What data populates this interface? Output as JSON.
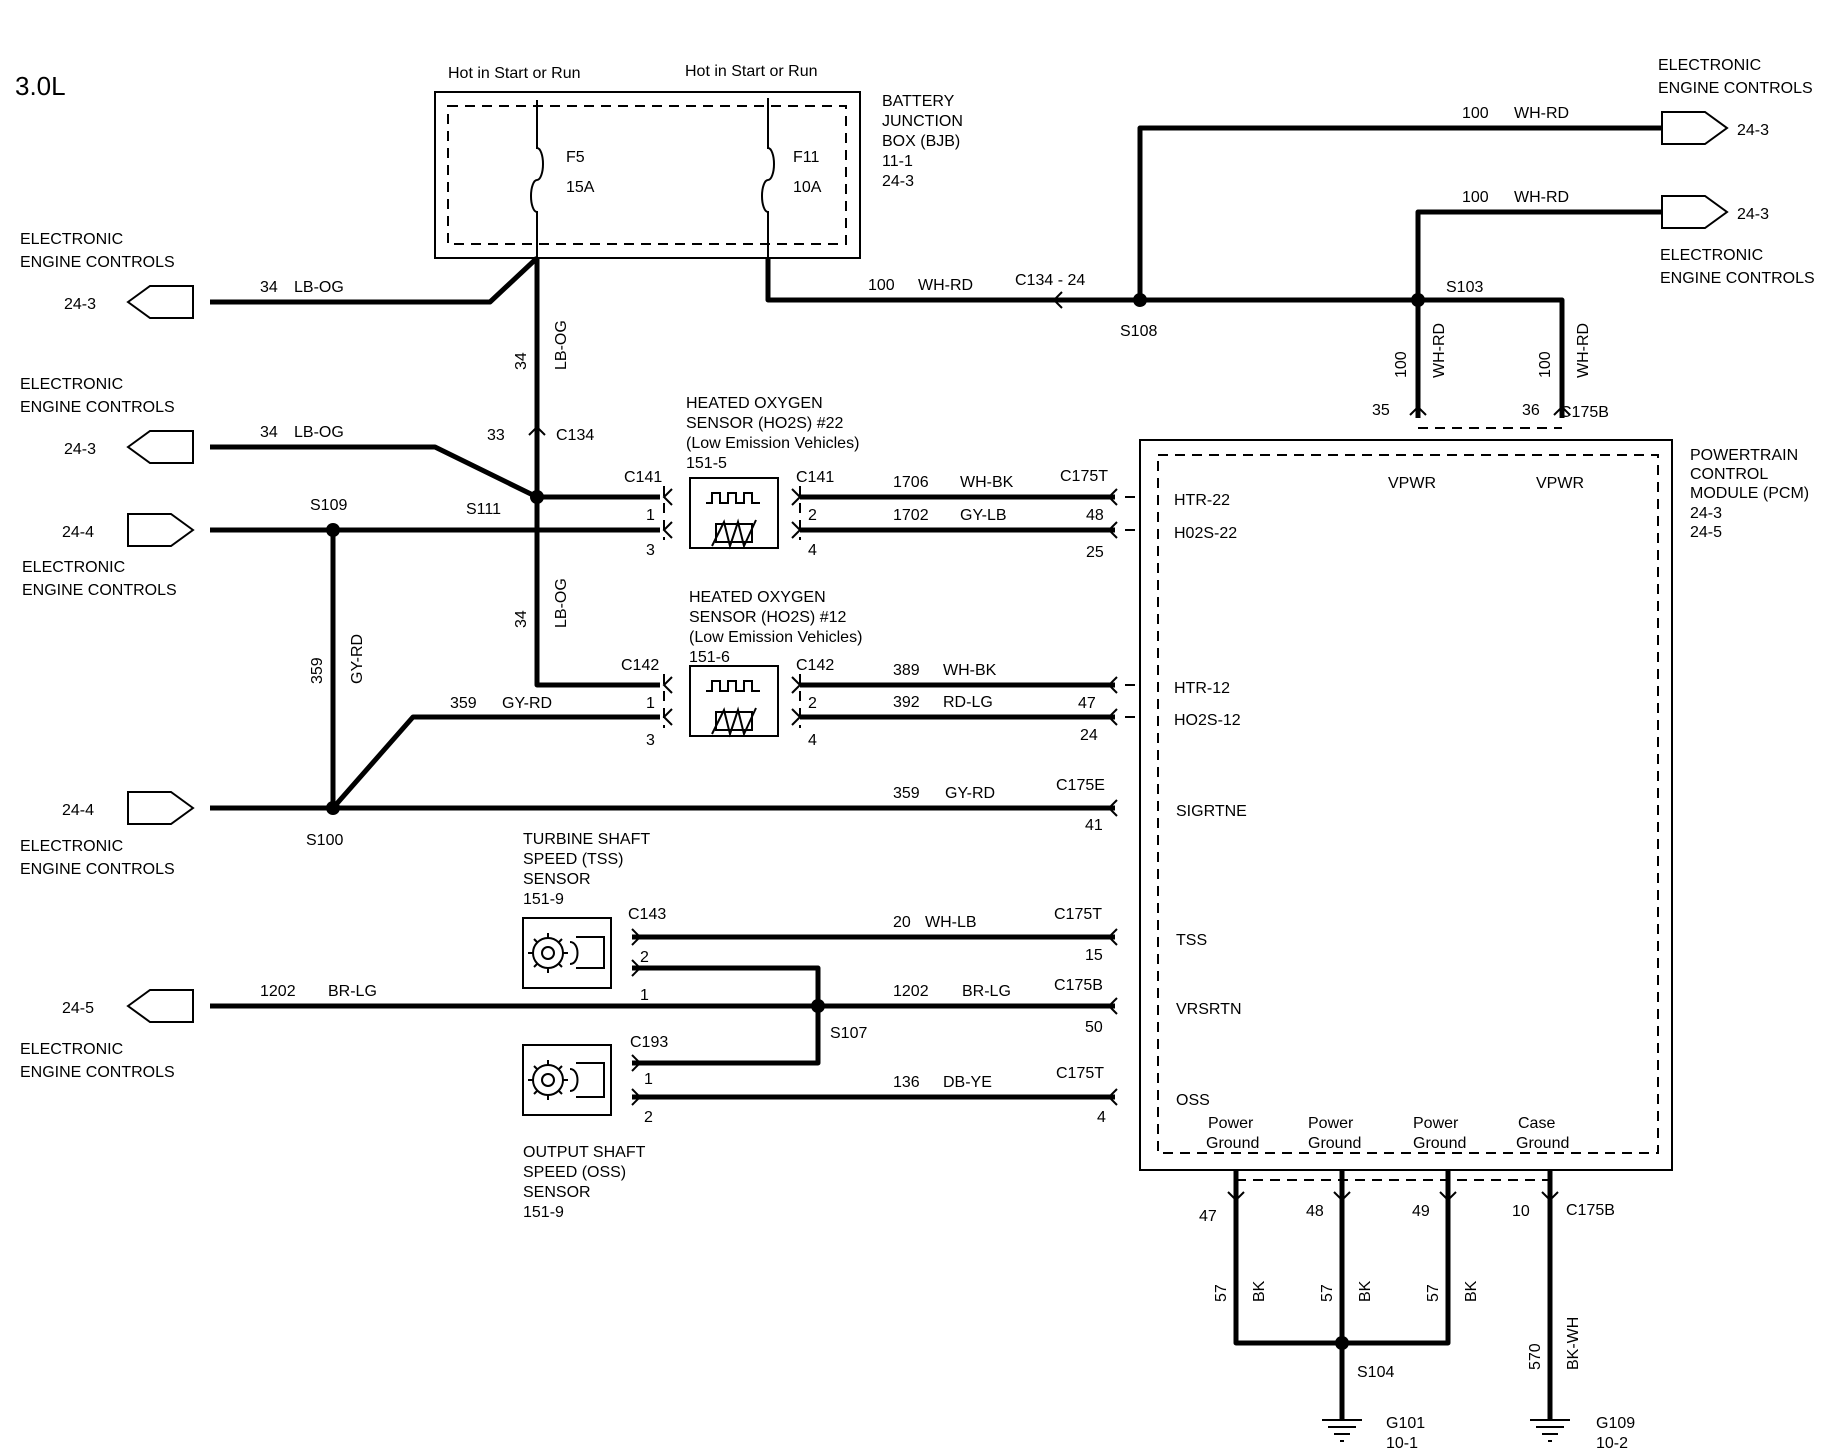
{
  "title": "3.0L",
  "colors": {
    "wire": "#000000",
    "background": "#ffffff"
  },
  "bjb": {
    "label1": "BATTERY",
    "label2": "JUNCTION",
    "label3": "BOX (BJB)",
    "ref1": "11-1",
    "ref2": "24-3",
    "hot1": "Hot in Start or Run",
    "hot2": "Hot in Start or Run",
    "fuse1_name": "F5",
    "fuse1_rating": "15A",
    "fuse2_name": "F11",
    "fuse2_rating": "10A"
  },
  "eec": {
    "line1": "ELECTRONIC",
    "line2": "ENGINE CONTROLS"
  },
  "refs": {
    "r243": "24-3",
    "r244": "24-4",
    "r245": "24-5"
  },
  "wires": {
    "w34": "34",
    "lbog": "LB-OG",
    "w33": "33",
    "w100": "100",
    "whrd": "WH-RD",
    "w1706": "1706",
    "whbk": "WH-BK",
    "w1702": "1702",
    "gylb": "GY-LB",
    "w389": "389",
    "w392": "392",
    "rdlg": "RD-LG",
    "w359": "359",
    "gyrd": "GY-RD",
    "w20": "20",
    "whlb": "WH-LB",
    "w1202": "1202",
    "brlg": "BR-LG",
    "w136": "136",
    "dbye": "DB-YE",
    "w57": "57",
    "bk": "BK",
    "w570": "570",
    "bkwh": "BK-WH"
  },
  "splices": {
    "s100": "S100",
    "s103": "S103",
    "s104": "S104",
    "s107": "S107",
    "s108": "S108",
    "s109": "S109",
    "s111": "S111"
  },
  "connectors": {
    "c134": "C134",
    "c134_24": "C134  -  24",
    "c141": "C141",
    "c142": "C142",
    "c143": "C143",
    "c193": "C193",
    "c175t": "C175T",
    "c175b": "C175B",
    "c175e": "C175E"
  },
  "pins": {
    "p1": "1",
    "p2": "2",
    "p3": "3",
    "p4": "4",
    "p48": "48",
    "p25": "25",
    "p47": "47",
    "p24": "24",
    "p41": "41",
    "p15": "15",
    "p50": "50",
    "p35": "35",
    "p36": "36",
    "p49": "49",
    "p10": "10"
  },
  "ho2s22": {
    "line1": "HEATED      OXYGEN",
    "line2": "SENSOR (HO2S) #22",
    "line3": "(Low Emission Vehicles)",
    "line4": "151-5"
  },
  "ho2s12": {
    "line1": "HEATED      OXYGEN",
    "line2": "SENSOR (HO2S) #12",
    "line3": "(Low Emission Vehicles)",
    "line4": "151-6"
  },
  "tss": {
    "line1": "TURBINE SHAFT",
    "line2": "SPEED (TSS)",
    "line3": "SENSOR",
    "line4": "151-9"
  },
  "oss": {
    "line1": "OUTPUT SHAFT",
    "line2": "SPEED (OSS)",
    "line3": "SENSOR",
    "line4": "151-9"
  },
  "pcm": {
    "line1": "POWERTRAIN",
    "line2": "CONTROL",
    "line3": "MODULE (PCM)",
    "ref1": "24-3",
    "ref2": "24-5",
    "htr22": "HTR-22",
    "ho2s22": "H02S-22",
    "htr12": "HTR-12",
    "ho2s12": "HO2S-12",
    "sigrtn": "SIGRTNE",
    "tss": "TSS",
    "vrsrtn": "VRSRTN",
    "oss": "OSS",
    "vpwr": "VPWR",
    "power": "Power",
    "ground": "Ground",
    "case": "Case"
  },
  "grounds": {
    "g101": "G101",
    "g101_ref": "10-1",
    "g109": "G109",
    "g109_ref": "10-2"
  }
}
